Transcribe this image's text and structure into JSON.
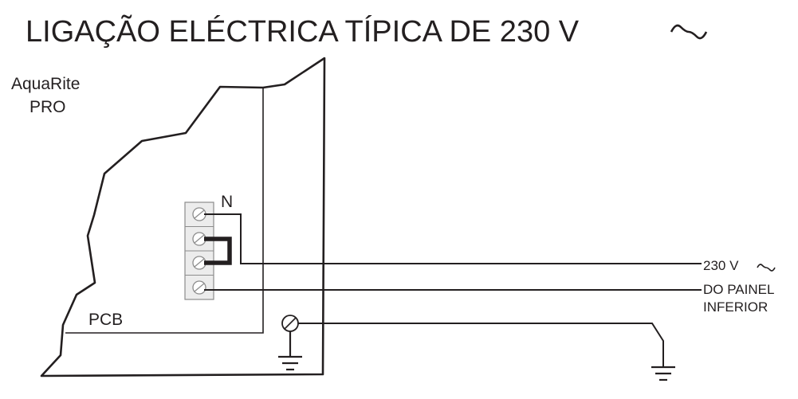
{
  "title": "LIGAÇÃO ELÉCTRICA TÍPICA DE 230 V",
  "title_symbol": "ac-wave-icon",
  "labels": {
    "device_line1": "AquaRite",
    "device_line2": "PRO",
    "neutral": "N",
    "pcb": "PCB",
    "supply": "230 V",
    "supply_symbol": "ac-wave-icon",
    "from_panel_line1": "DO PAINEL",
    "from_panel_line2": "INFERIOR"
  },
  "colors": {
    "ink": "#231f20",
    "terminal_fill": "#e6e6e6",
    "terminal_stroke": "#9a9a9a"
  }
}
